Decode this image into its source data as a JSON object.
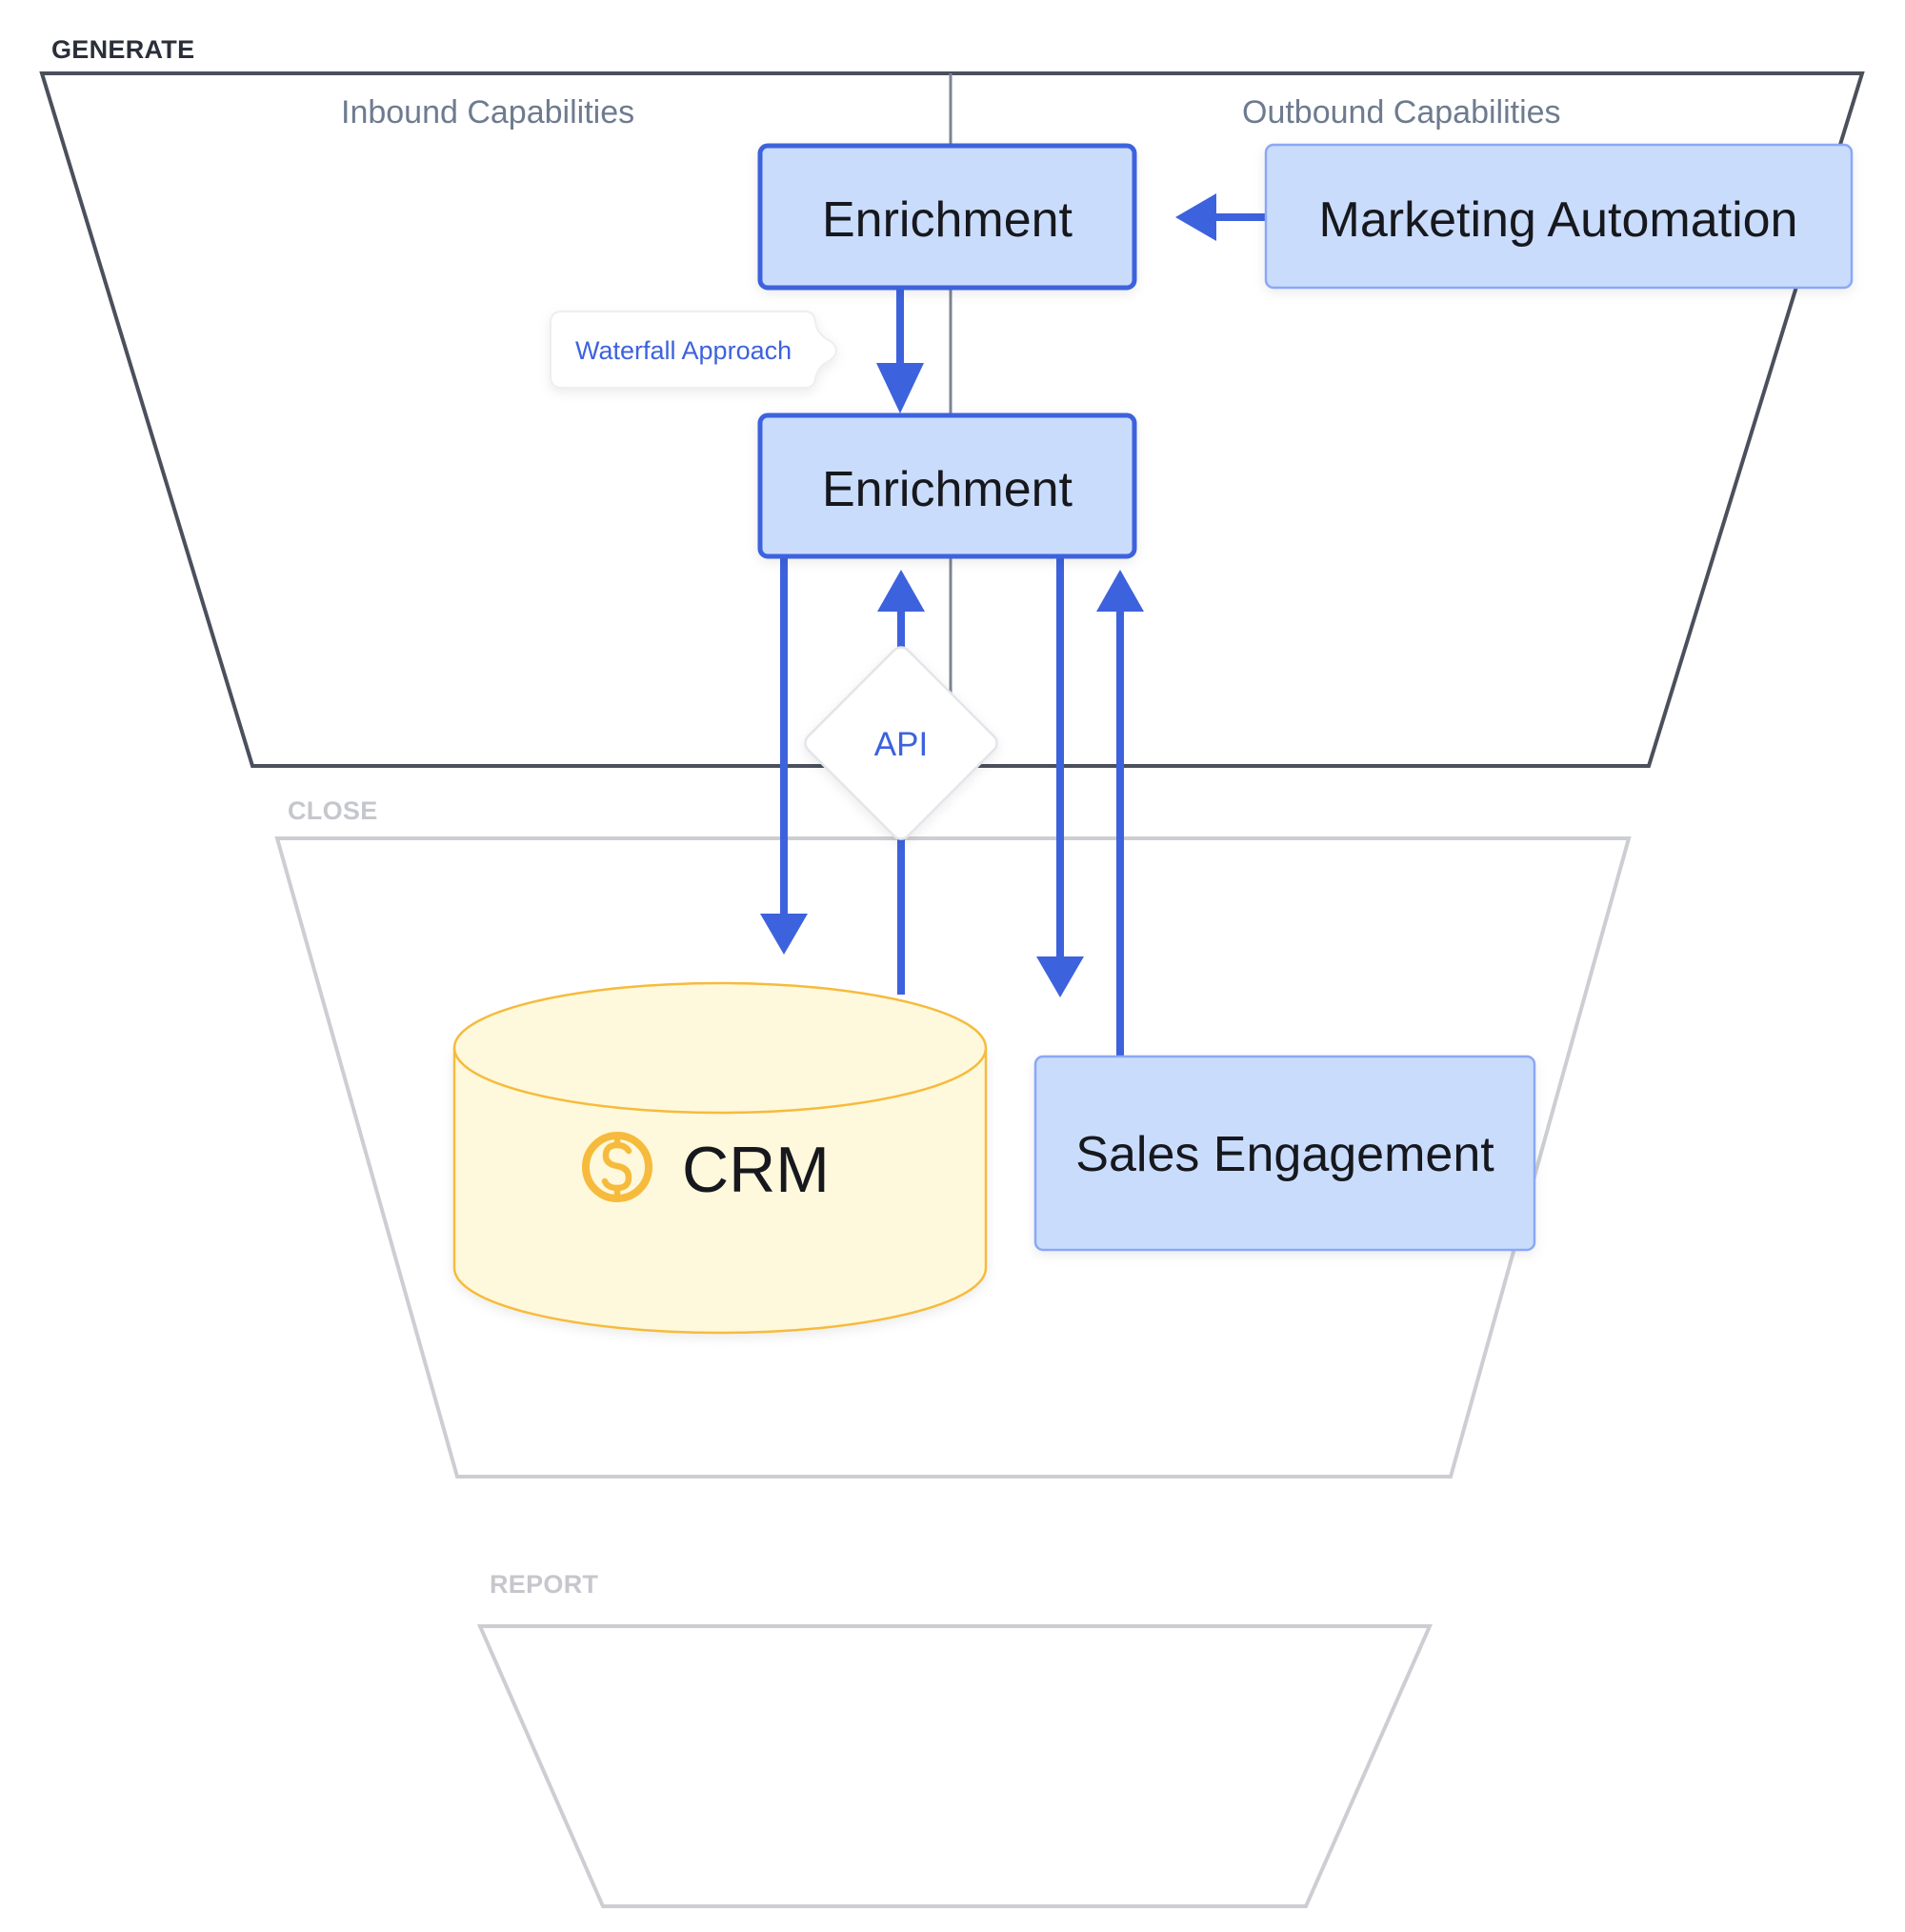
{
  "stages": {
    "generate": {
      "label": "GENERATE",
      "color": "#2b2f3a"
    },
    "close": {
      "label": "CLOSE",
      "color": "#c6c7cc"
    },
    "report": {
      "label": "REPORT",
      "color": "#c6c7cc"
    }
  },
  "capabilities": {
    "inbound": "Inbound Capabilities",
    "outbound": "Outbound Capabilities"
  },
  "nodes": {
    "enrichment_top": "Enrichment",
    "enrichment_bottom": "Enrichment",
    "marketing_automation": "Marketing Automation",
    "sales_engagement": "Sales Engagement",
    "crm": "CRM",
    "api": "API"
  },
  "callouts": {
    "waterfall": "Waterfall Approach"
  },
  "colors": {
    "accent": "#3d62dd",
    "node_fill": "#cadcfc",
    "node_border_light": "#8aa8f5",
    "crm_fill": "#fef8dc",
    "crm_border": "#f6bb3c",
    "coin": "#f6bb3c",
    "divider": "#7b8594"
  },
  "connections": [
    {
      "from": "Marketing Automation",
      "to": "Enrichment (top)"
    },
    {
      "from": "Enrichment (top)",
      "to": "Enrichment (bottom)",
      "label": "Waterfall Approach"
    },
    {
      "from": "Enrichment (bottom)",
      "to": "CRM"
    },
    {
      "from": "CRM",
      "to": "Enrichment (bottom)",
      "label": "API"
    },
    {
      "from": "Enrichment (bottom)",
      "to": "Sales Engagement"
    },
    {
      "from": "Sales Engagement",
      "to": "Enrichment (bottom)"
    }
  ]
}
